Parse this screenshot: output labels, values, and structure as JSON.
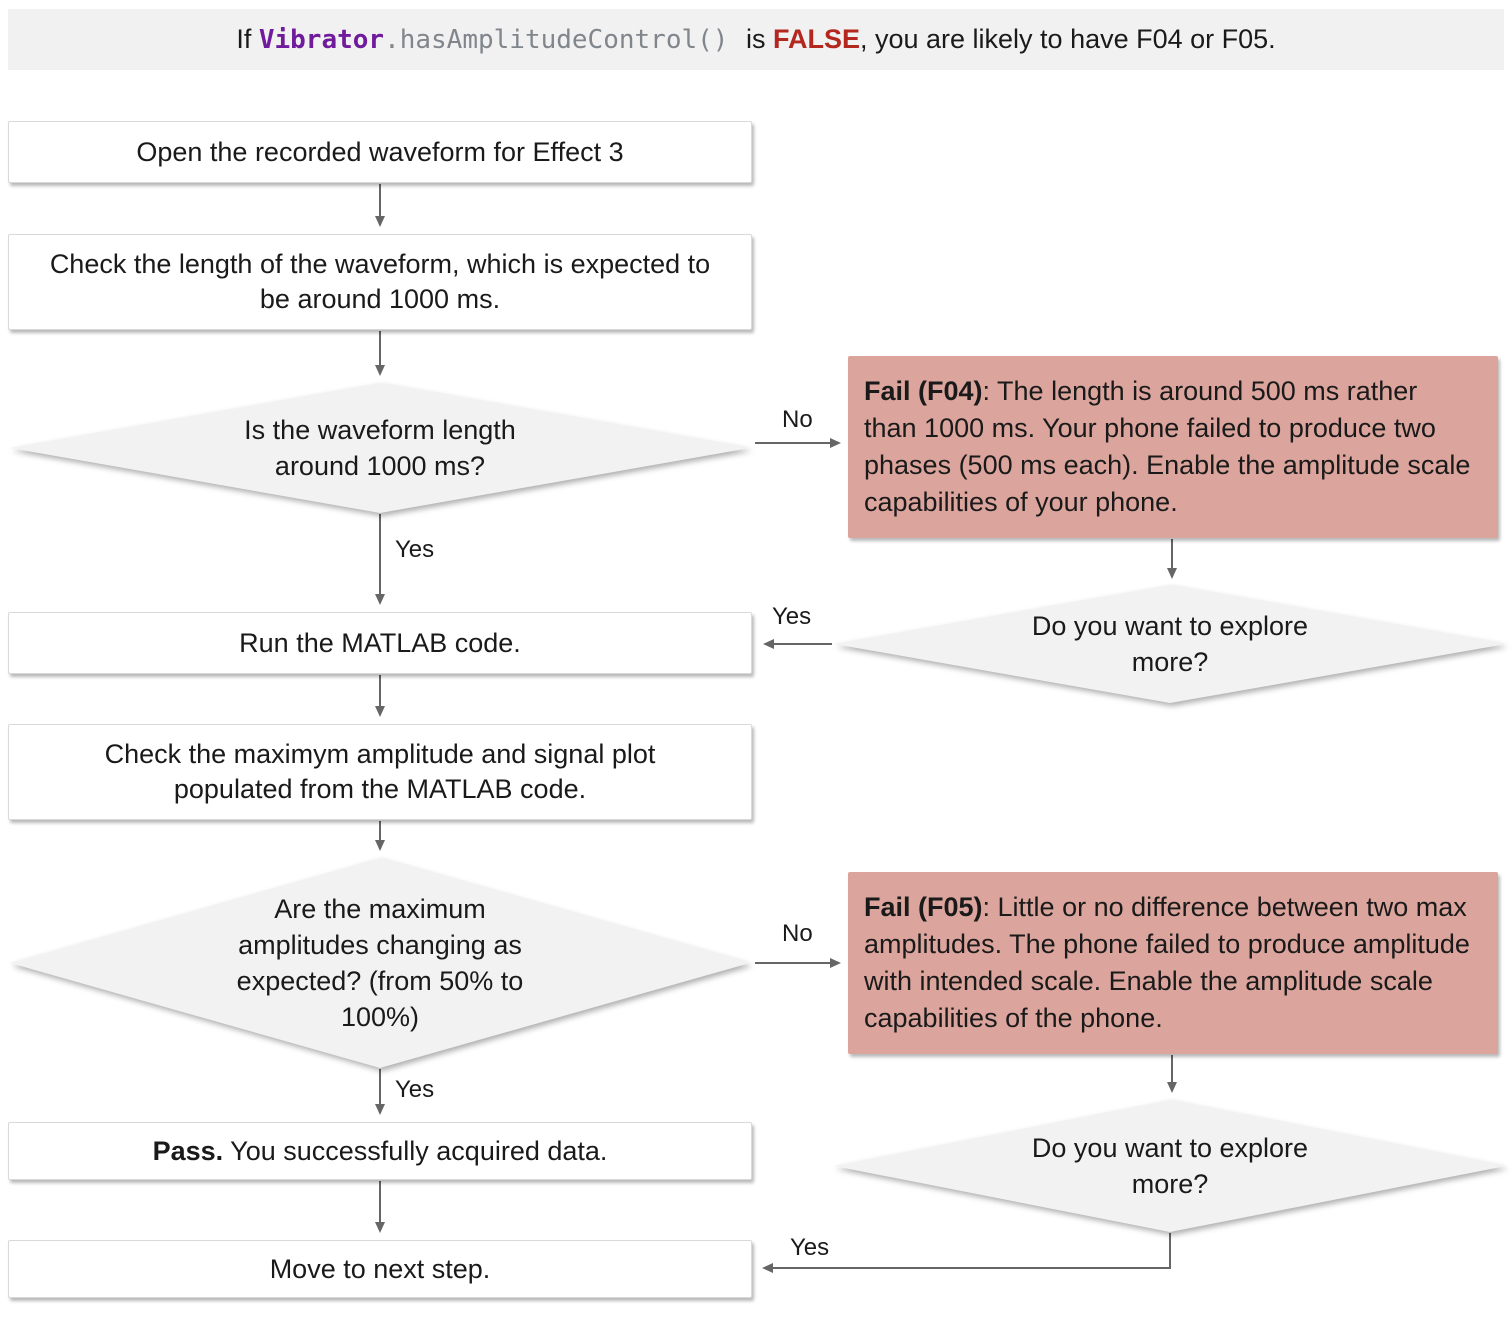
{
  "banner": {
    "prefix": "If ",
    "code_class": "Vibrator",
    "code_method": ".hasAmplitudeControl()",
    "mid": " is ",
    "false_token": "FALSE",
    "suffix": ", you are likely to have F04 or F05."
  },
  "labels": {
    "yes": "Yes",
    "no": "No"
  },
  "nodes": {
    "open_waveform": "Open the recorded waveform for Effect 3",
    "check_length": "Check the length of the waveform, which is expected to be around 1000 ms.",
    "q_length": "Is the waveform length around 1000 ms?",
    "run_matlab": "Run the MATLAB code.",
    "check_amplitude": "Check the maximym amplitude and signal plot populated from the MATLAB code.",
    "q_amplitude": "Are the maximum amplitudes changing as expected? (from 50% to 100%)",
    "explore_more": "Do you want to explore more?",
    "move_next": "Move to next step."
  },
  "fail_f04": {
    "lead": "Fail (F04)",
    "body": ": The length is around 500 ms rather than 1000 ms. Your phone failed to produce two phases (500 ms each). Enable the amplitude scale capabilities of your phone."
  },
  "fail_f05": {
    "lead": "Fail (F05)",
    "body": ": Little or no difference between two max amplitudes. The phone failed to produce amplitude with intended scale. Enable the amplitude scale capabilities of the phone."
  },
  "pass": {
    "lead": "Pass.",
    "body": " You successfully acquired data."
  },
  "colors": {
    "fail-bg": "#dba49c",
    "code-purple": "#6f1b9c",
    "false-red": "#b3271e",
    "code-gray": "#80868b",
    "diamond-bg": "#f2f2f2",
    "banner-bg": "#f1f1f1",
    "arrow": "#666666",
    "text": "#1a1a1a"
  }
}
